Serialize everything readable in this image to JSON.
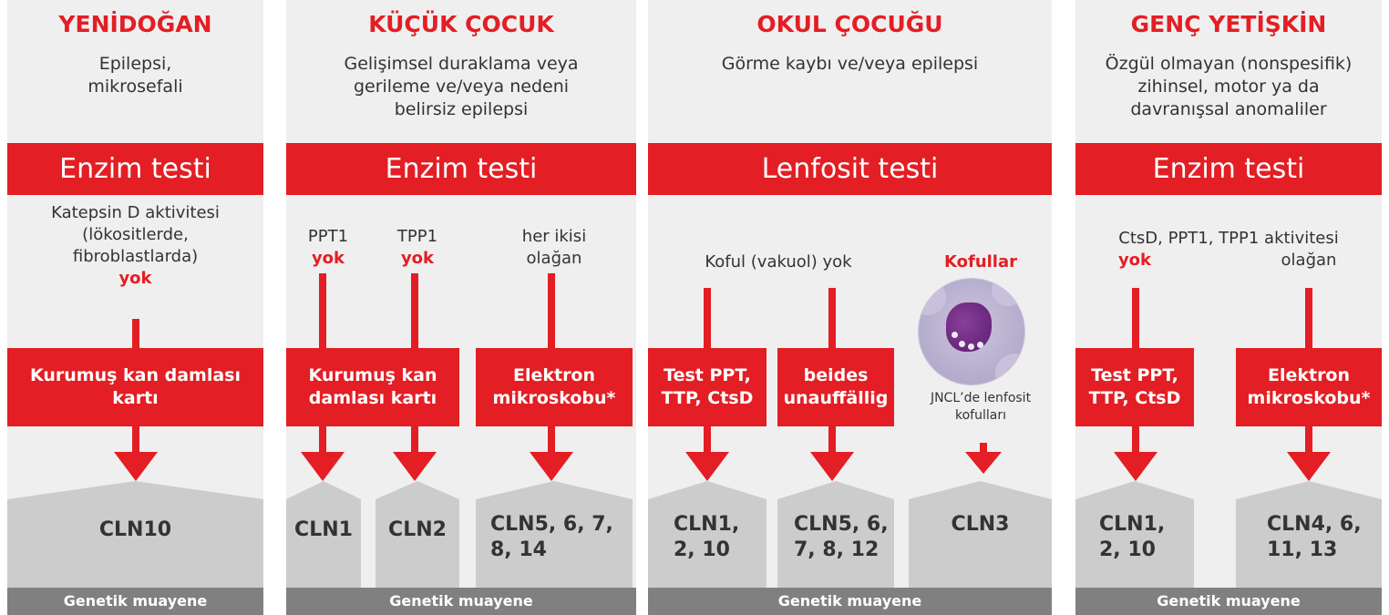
{
  "panels": [
    {
      "title": "YENİDOĞAN",
      "subtitle": [
        "Epilepsi,",
        "mikrosefali"
      ],
      "band": "Enzim testi",
      "texts": [
        {
          "lines": [
            "Katepsin D aktivitesi",
            "(lökositlerde,",
            "fibroblastlarda)"
          ],
          "highlight": "yok"
        }
      ],
      "boxes": [
        {
          "lines": [
            "Kurumuş kan damlası",
            "kartı"
          ]
        }
      ],
      "results": [
        {
          "lines": [
            "CLN10"
          ]
        }
      ],
      "footer": "Genetik muayene"
    },
    {
      "title": "KÜÇÜK ÇOCUK",
      "subtitle": [
        "Gelişimsel duraklama veya",
        "gerileme ve/veya nedeni",
        "belirsiz epilepsi"
      ],
      "band": "Enzim testi",
      "texts": [
        {
          "lines": [
            "PPT1"
          ],
          "highlight": "yok"
        },
        {
          "lines": [
            "TPP1"
          ],
          "highlight": "yok"
        },
        {
          "lines": [
            "her ikisi",
            "olağan"
          ]
        }
      ],
      "boxes": [
        {
          "lines": [
            "Kurumuş kan",
            "damlası kartı"
          ]
        },
        {
          "lines": [
            "Elektron",
            "mikroskobu*"
          ]
        }
      ],
      "results": [
        {
          "lines": [
            "CLN1"
          ]
        },
        {
          "lines": [
            "CLN2"
          ]
        },
        {
          "lines": [
            "CLN5, 6, 7,",
            "8, 14"
          ]
        }
      ],
      "footer": "Genetik muayene"
    },
    {
      "title": "OKUL ÇOCUĞU",
      "subtitle": [
        "Görme kaybı ve/veya epilepsi"
      ],
      "band": "Lenfosit testi",
      "texts": [
        {
          "lines": [
            "Koful (vakuol) yok"
          ]
        },
        {
          "lines": [],
          "highlight": "Kofullar"
        }
      ],
      "boxes": [
        {
          "lines": [
            "Test PPT,",
            "TTP, CtsD"
          ]
        },
        {
          "lines": [
            "beides",
            "unauffällig"
          ]
        }
      ],
      "image_caption": [
        "JNCL’de lenfosit",
        "kofulları"
      ],
      "results": [
        {
          "lines": [
            "CLN1,",
            "2, 10"
          ]
        },
        {
          "lines": [
            "CLN5, 6,",
            "7, 8, 12"
          ]
        },
        {
          "lines": [
            "CLN3"
          ]
        }
      ],
      "footer": "Genetik muayene"
    },
    {
      "title": "GENÇ YETİŞKİN",
      "subtitle": [
        "Özgül olmayan (nonspesifik)",
        "zihinsel, motor ya da",
        "davranışsal anomaliler"
      ],
      "band": "Enzim testi",
      "texts": [
        {
          "lines": [
            "CtsD, PPT1, TPP1 aktivitesi"
          ]
        },
        {
          "lines": [],
          "highlight": "yok"
        },
        {
          "lines": [
            "olağan"
          ]
        }
      ],
      "boxes": [
        {
          "lines": [
            "Test PPT,",
            "TTP, CtsD"
          ]
        },
        {
          "lines": [
            "Elektron",
            "mikroskobu*"
          ]
        }
      ],
      "results": [
        {
          "lines": [
            "CLN1,",
            "2, 10"
          ]
        },
        {
          "lines": [
            "CLN4, 6,",
            "11, 13"
          ]
        }
      ],
      "footer": "Genetik muayene"
    }
  ],
  "colors": {
    "accent": "#e31e24",
    "panel_bg": "#efefef",
    "result_bg": "#cccccc",
    "footer_bg": "#808080"
  }
}
